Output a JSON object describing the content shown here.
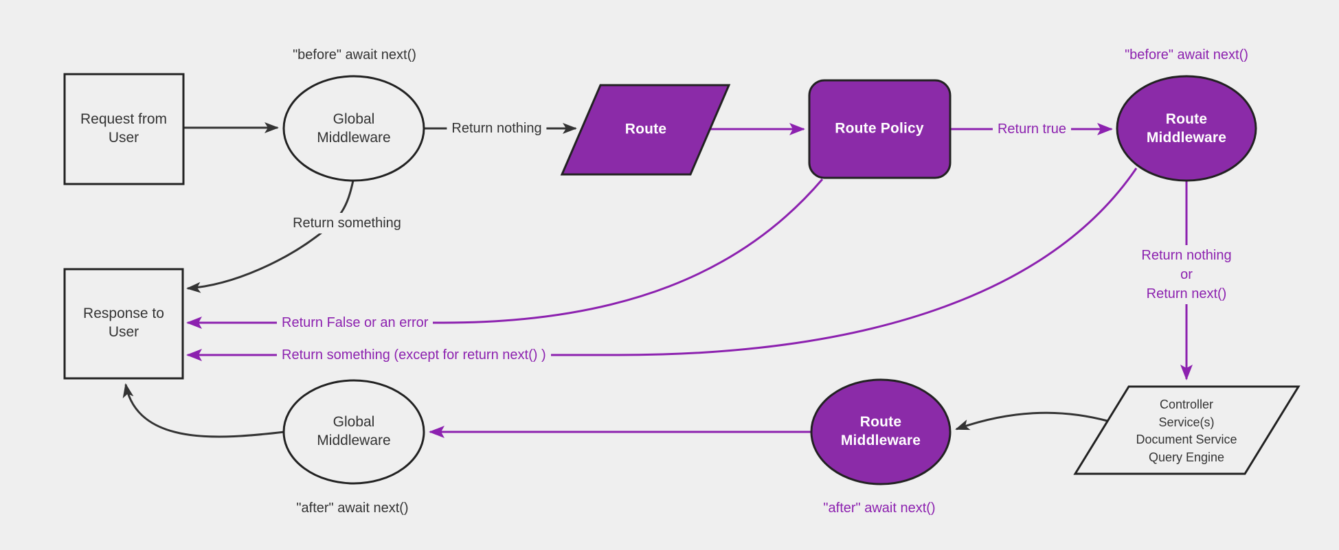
{
  "diagram": {
    "background": "#efefef",
    "colors": {
      "node_fill_purple": "#8B2BA8",
      "node_fill_plain": "#efefef",
      "node_border": "#222222",
      "edge_black": "#333333",
      "edge_purple": "#8C21AF",
      "text_dark": "#333333",
      "text_light": "#ffffff"
    },
    "nodes": [
      {
        "id": "request",
        "shape": "rectangle",
        "variant": "plain",
        "label": "Request from\nUser"
      },
      {
        "id": "global-mw-before",
        "shape": "ellipse",
        "variant": "plain",
        "label": "Global\nMiddleware"
      },
      {
        "id": "route",
        "shape": "parallelogram",
        "variant": "purple",
        "label": "Route"
      },
      {
        "id": "route-policy",
        "shape": "rounded-rect",
        "variant": "purple",
        "label": "Route Policy"
      },
      {
        "id": "route-mw-before",
        "shape": "ellipse",
        "variant": "purple",
        "label": "Route\nMiddleware"
      },
      {
        "id": "controller",
        "shape": "parallelogram",
        "variant": "plain",
        "label": "Controller\nService(s)\nDocument Service\nQuery Engine"
      },
      {
        "id": "route-mw-after",
        "shape": "ellipse",
        "variant": "purple",
        "label": "Route\nMiddleware"
      },
      {
        "id": "global-mw-after",
        "shape": "ellipse",
        "variant": "plain",
        "label": "Global\nMiddleware"
      },
      {
        "id": "response",
        "shape": "rectangle",
        "variant": "plain",
        "label": "Response to\nUser"
      }
    ],
    "labels": [
      {
        "id": "before-await-black",
        "color": "black",
        "text": "\"before\" await next()"
      },
      {
        "id": "return-nothing",
        "color": "black",
        "text": "Return nothing"
      },
      {
        "id": "return-something",
        "color": "black",
        "text": "Return something"
      },
      {
        "id": "before-await-purple",
        "color": "purple",
        "text": "\"before\" await next()"
      },
      {
        "id": "return-true",
        "color": "purple",
        "text": "Return true"
      },
      {
        "id": "return-nothing-or-next",
        "color": "purple",
        "text": "Return nothing\nor\nReturn next()"
      },
      {
        "id": "return-false-or-error",
        "color": "purple",
        "text": "Return False or an error"
      },
      {
        "id": "return-something-except",
        "color": "purple",
        "text": "Return something (except for return next() )"
      },
      {
        "id": "after-await-purple",
        "color": "purple",
        "text": "\"after\" await next()"
      },
      {
        "id": "after-await-black",
        "color": "black",
        "text": "\"after\" await next()"
      }
    ]
  }
}
